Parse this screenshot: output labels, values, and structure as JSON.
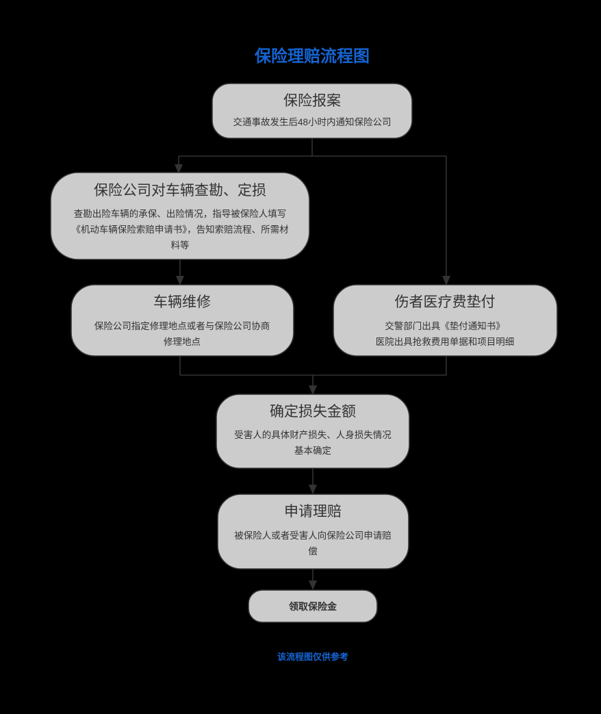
{
  "title": "保险理赔流程图",
  "footer": "该流程图仅供参考",
  "colors": {
    "background": "#000000",
    "title_color": "#1464d2",
    "node_fill": "#cccccc",
    "node_border": "#333333",
    "text_color": "#333333",
    "footer_color": "#1464d2"
  },
  "nodes": [
    {
      "id": "report",
      "title": "保险报案",
      "desc_lines": [
        "交通事故发生后48小时内通知保险公司"
      ]
    },
    {
      "id": "survey",
      "title": "保险公司对车辆查勘、定损",
      "desc_lines": [
        "查勘出险车辆的承保、出险情况，指导被保险人填写",
        "《机动车辆保险索赔申请书》，告知索赔流程、所需材",
        "料等"
      ]
    },
    {
      "id": "repair",
      "title": "车辆维修",
      "desc_lines": [
        "保险公司指定修理地点或者与保险公司协商",
        "修理地点"
      ]
    },
    {
      "id": "medical",
      "title": "伤者医疗费垫付",
      "desc_lines": [
        "交警部门出具《垫付通知书》",
        "医院出具抢救费用单据和项目明细"
      ]
    },
    {
      "id": "loss",
      "title": "确定损失金额",
      "desc_lines": [
        "受害人的具体财产损失、人身损失情况",
        "基本确定"
      ]
    },
    {
      "id": "claim",
      "title": "申请理赔",
      "desc_lines": [
        "被保险人或者受害人向保险公司申请赔",
        "偿"
      ]
    },
    {
      "id": "payout",
      "title": "领取保险金",
      "desc_lines": []
    }
  ]
}
